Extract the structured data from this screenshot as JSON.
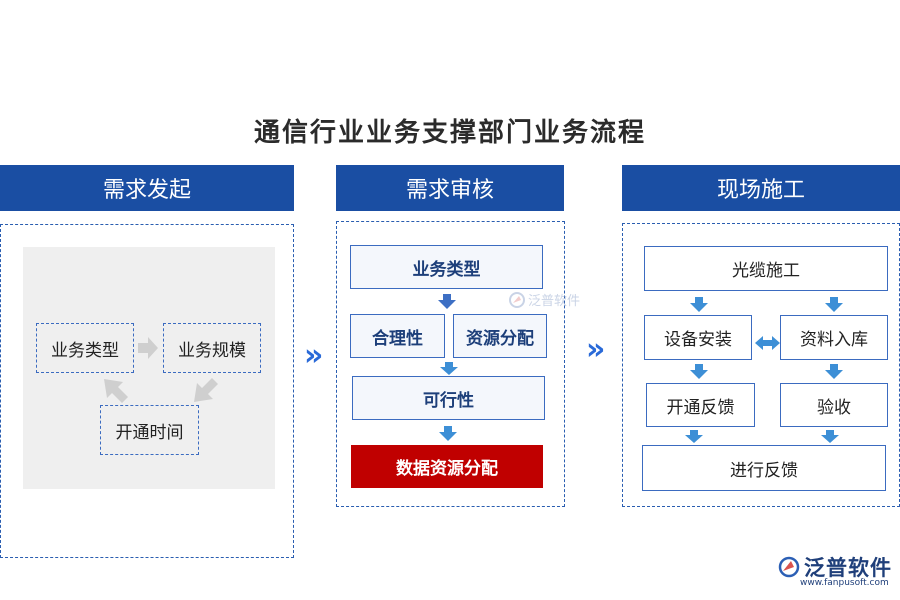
{
  "title": "通信行业业务支撑部门业务流程",
  "columns": [
    {
      "header": "需求发起",
      "nodes": [
        "业务类型",
        "业务规模",
        "开通时间"
      ]
    },
    {
      "header": "需求审核",
      "nodes": [
        "业务类型",
        "合理性",
        "资源分配",
        "可行性",
        "数据资源分配"
      ]
    },
    {
      "header": "现场施工",
      "nodes": [
        "光缆施工",
        "设备安装",
        "资料入库",
        "开通反馈",
        "验收",
        "进行反馈"
      ]
    }
  ],
  "separator": "»",
  "watermark": "泛普软件",
  "logo": {
    "name": "泛普软件",
    "url": "www.fanpusoft.com"
  },
  "colors": {
    "header_blue": "#1a4ea3",
    "arrow_blue": "#3d8fd6",
    "highlight_red": "#c00000",
    "gray_arrow": "#cfcfcf"
  }
}
